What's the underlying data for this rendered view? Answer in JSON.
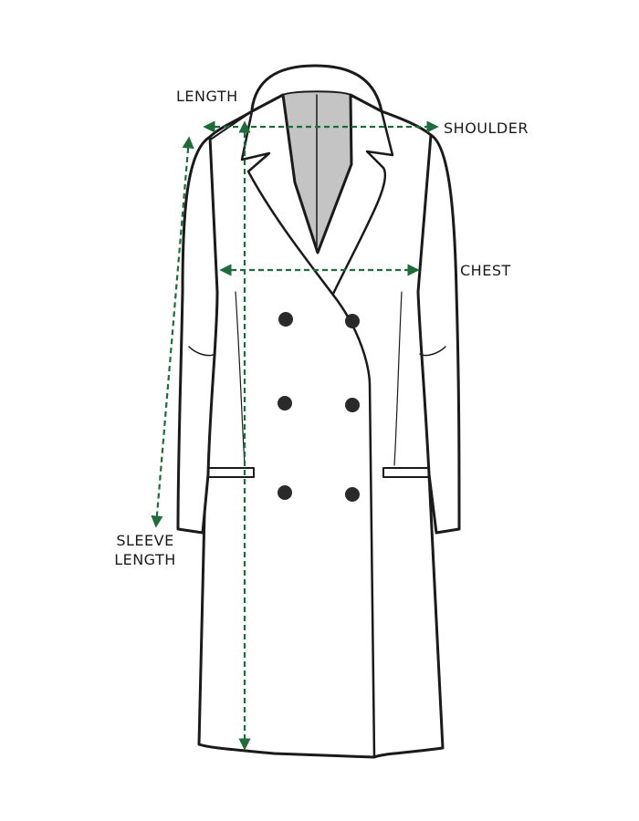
{
  "labels": {
    "length": "LENGTH",
    "shoulder": "SHOULDER",
    "chest": "CHEST",
    "sleeve_line1": "SLEEVE",
    "sleeve_line2": "LENGTH"
  },
  "colors": {
    "measure_line": "#1e6b3c",
    "outline": "#1a1a1a",
    "collar_inner": "#c4c4c4",
    "button": "#2a2a2a"
  },
  "icons": {
    "measure_arrow": "arrowhead"
  }
}
